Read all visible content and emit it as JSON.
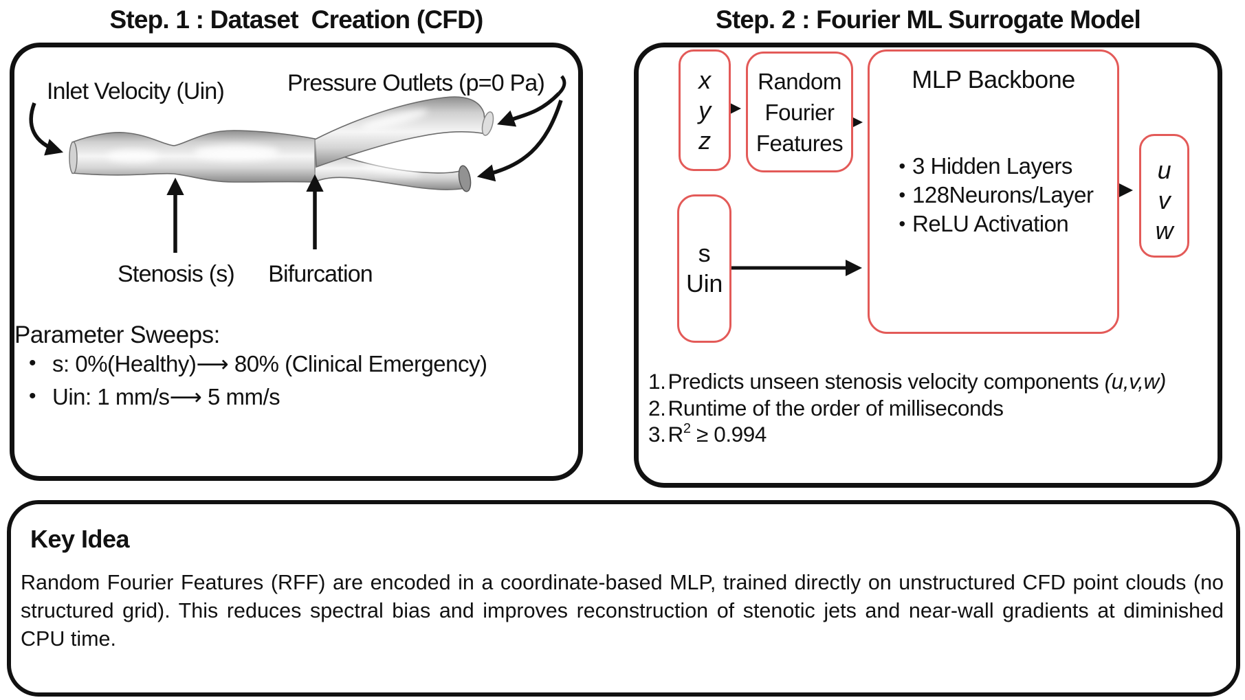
{
  "colors": {
    "accent_red": "#e35a58",
    "ink": "#111111"
  },
  "glyphs": {
    "bullet": "•"
  },
  "step1": {
    "title": "Step. 1 : Dataset  Creation (CFD)",
    "inlet_label": "Inlet Velocity (Uin)",
    "pressure_label": "Pressure Outlets (p=0 Pa)",
    "stenosis_label": "Stenosis (s)",
    "bifurcation_label": "Bifurcation",
    "sweeps_heading": "Parameter Sweeps:",
    "sweep_items": [
      "s: 0%(Healthy)⟶ 80% (Clinical Emergency)",
      "Uin: 1 mm/s⟶ 5 mm/s"
    ]
  },
  "step2": {
    "title": "Step. 2 : Fourier ML Surrogate Model",
    "coords": [
      "x",
      "y",
      "z"
    ],
    "rff_lines": [
      "Random",
      "Fourier",
      "Features"
    ],
    "mlp_title": "MLP Backbone",
    "mlp_bullets": [
      "3 Hidden Layers",
      "128Neurons/Layer",
      "ReLU Activation"
    ],
    "outputs": [
      "u",
      "v",
      "w"
    ],
    "inputs": [
      "s",
      "Uin"
    ],
    "notes": {
      "n1": {
        "num": "1.",
        "text": "Predicts unseen stenosis velocity components ",
        "em": "(u,v,w)"
      },
      "n2": {
        "num": "2.",
        "text": "Runtime of the order of milliseconds"
      },
      "n3": {
        "num": "3.",
        "base": "R",
        "sup": "2",
        "rest": "≥ 0.994"
      }
    }
  },
  "key_idea": {
    "heading": "Key Idea",
    "body": "Random Fourier Features (RFF) are encoded in a coordinate-based MLP, trained directly on unstructured CFD point clouds (no structured grid). This reduces spectral bias and improves reconstruction of stenotic jets and near-wall gradients at diminished CPU time."
  }
}
